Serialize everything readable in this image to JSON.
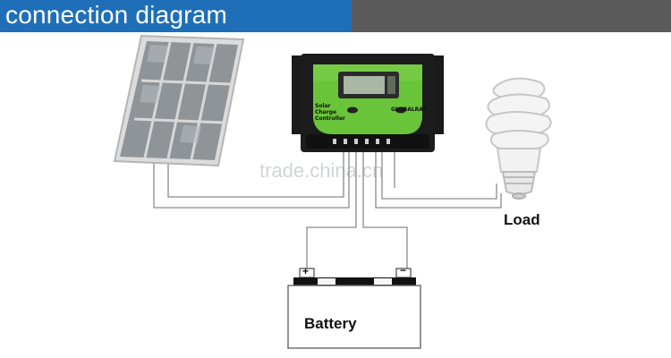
{
  "header": {
    "title": "connection diagram",
    "blue_color": "#1f6fb8",
    "gray_color": "#5a5a5a"
  },
  "controller": {
    "brand_line": "Solar Charge Controller",
    "logo_text": "GLOBALRAY",
    "accent_color": "#6ac43a"
  },
  "labels": {
    "load": "Load",
    "battery": "Battery",
    "battery_positive": "+",
    "battery_negative": "−"
  },
  "watermark": "trade.china.cn",
  "icons": [
    "solar-panel-icon",
    "charge-controller-icon",
    "cfl-bulb-icon",
    "battery-icon"
  ]
}
